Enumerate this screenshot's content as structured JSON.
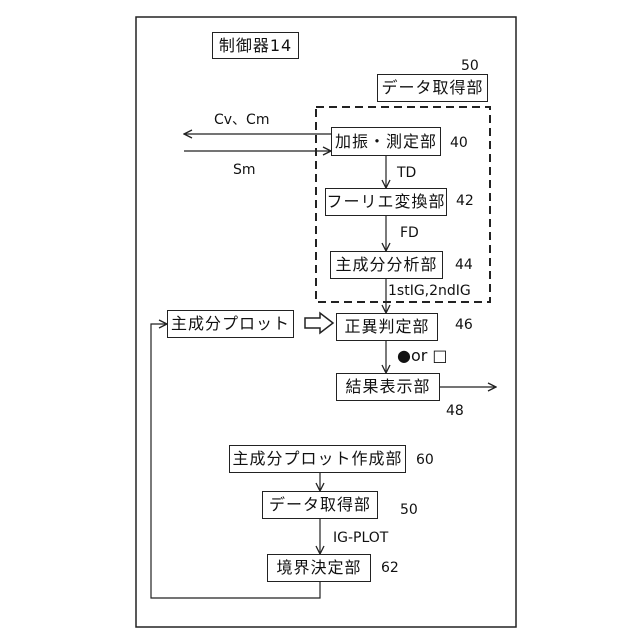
{
  "controller": {
    "label": "制御器14"
  },
  "data_acquisition_top": {
    "label": "データ取得部",
    "ref": "50"
  },
  "excitation_measurement": {
    "label": "加振・測定部",
    "ref": "40"
  },
  "fourier_transform": {
    "label": "フーリエ変換部",
    "ref": "42"
  },
  "principal_component_analysis": {
    "label": "主成分分析部",
    "ref": "44"
  },
  "principal_component_plot": {
    "label": "主成分プロット"
  },
  "judgment": {
    "label": "正異判定部",
    "ref": "46"
  },
  "result_display": {
    "label": "結果表示部",
    "ref": "48"
  },
  "plot_creation": {
    "label": "主成分プロット作成部",
    "ref": "60"
  },
  "data_acquisition_bottom": {
    "label": "データ取得部",
    "ref": "50"
  },
  "boundary_decision": {
    "label": "境界決定部",
    "ref": "62"
  },
  "edge_labels": {
    "cv_cm": "Cv、Cm",
    "sm": "Sm",
    "td": "TD",
    "fd": "FD",
    "ig": "1stIG,2ndIG",
    "result_marks": "●or □",
    "ig_plot": "IG-PLOT"
  }
}
